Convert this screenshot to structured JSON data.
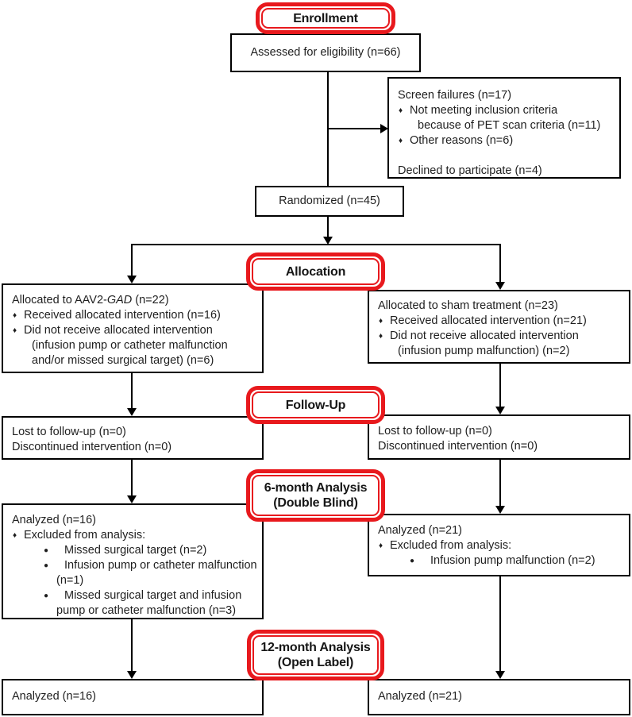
{
  "colors": {
    "accent_red": "#e8191d",
    "line_black": "#000000"
  },
  "bullets": {
    "diamond": "♦",
    "dot": "●"
  },
  "stages": {
    "enrollment": "Enrollment",
    "allocation": "Allocation",
    "followup": "Follow-Up",
    "analysis6_line1": "6-month Analysis",
    "analysis6_line2": "(Double Blind)",
    "analysis12_line1": "12-month Analysis",
    "analysis12_line2": "(Open Label)"
  },
  "boxes": {
    "assessed": {
      "text": "Assessed for eligibility (n=66)"
    },
    "screen_failures": {
      "title": "Screen failures (n=17)",
      "item1_line1": "Not meeting inclusion criteria",
      "item1_line2": "because of PET scan criteria (n=11)",
      "item2": "Other reasons (n=6)",
      "footer": "Declined to participate (n=4)"
    },
    "randomized": {
      "text": "Randomized (n=45)"
    },
    "alloc_left": {
      "title_pre": "Allocated to AAV2-",
      "title_italic": "GAD",
      "title_post": " (n=22)",
      "item1": "Received allocated intervention (n=16)",
      "item2_line1": "Did not receive allocated intervention",
      "item2_line2": "(infusion pump or catheter malfunction",
      "item2_line3": "and/or missed surgical target) (n=6)"
    },
    "alloc_right": {
      "title": "Allocated to sham treatment (n=23)",
      "item1": "Received allocated intervention (n=21)",
      "item2_line1": "Did not receive allocated intervention",
      "item2_line2": "(infusion pump malfunction) (n=2)"
    },
    "fu_left": {
      "line1": "Lost to follow-up (n=0)",
      "line2": "Discontinued intervention (n=0)"
    },
    "fu_right": {
      "line1": "Lost to follow-up (n=0)",
      "line2": "Discontinued intervention (n=0)"
    },
    "an6_left": {
      "title": "Analyzed (n=16)",
      "item1": "Excluded from analysis:",
      "sub1": "Missed surgical target (n=2)",
      "sub2_line1": "Infusion pump or catheter malfunction",
      "sub2_line2": "(n=1)",
      "sub3_line1": "Missed surgical target and infusion",
      "sub3_line2": "pump or catheter malfunction (n=3)"
    },
    "an6_right": {
      "title": "Analyzed (n=21)",
      "item1": "Excluded from analysis:",
      "sub1": "Infusion pump malfunction (n=2)"
    },
    "an12_left": {
      "text": "Analyzed (n=16)"
    },
    "an12_right": {
      "text": "Analyzed (n=21)"
    }
  }
}
